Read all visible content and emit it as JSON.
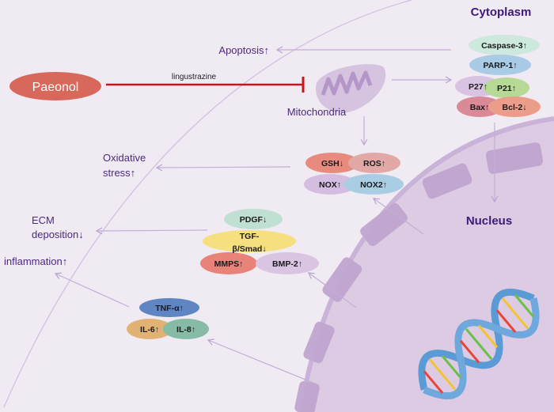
{
  "regions": {
    "cytoplasm": "Cytoplasm",
    "nucleus": "Nucleus"
  },
  "paeonol": {
    "label": "Paeonol",
    "inhibition_label": "lingustrazine"
  },
  "mitochondria": {
    "label": "Mitochondria"
  },
  "outcomes": {
    "apoptosis": "Apoptosis↑",
    "oxidative_line1": "Oxidative",
    "oxidative_line2": "stress↑",
    "ecm_line1": "ECM",
    "ecm_line2": "deposition↓",
    "inflammation": "inflammation↑"
  },
  "apoptosis_markers": [
    {
      "label": "Caspase-3↑",
      "color": "#cde8dc"
    },
    {
      "label": "PARP-1↑",
      "color": "#a9cbe6"
    },
    {
      "label": "P27↑",
      "color": "#d8c3e2"
    },
    {
      "label": "P21↑",
      "color": "#b6d995"
    },
    {
      "label": "Bax↑",
      "color": "#d98a96"
    },
    {
      "label": "Bcl-2↓",
      "color": "#ec9d8a"
    }
  ],
  "oxidative_markers": [
    {
      "label": "GSH↓",
      "color": "#e88a7e"
    },
    {
      "label": "ROS↑",
      "color": "#e2a8a6"
    },
    {
      "label": "NOX↑",
      "color": "#d4bde0"
    },
    {
      "label": "NOX2↑",
      "color": "#a9cde3"
    }
  ],
  "ecm_markers": [
    {
      "label": "PDGF↓",
      "color": "#bfe0d2"
    },
    {
      "label": "TGF-",
      "label2": "β/Smad↓",
      "color": "#f6df7e"
    },
    {
      "label": "MMPS↑",
      "color": "#e8837a"
    },
    {
      "label": "BMP-2↑",
      "color": "#d9c4e2"
    }
  ],
  "inflammation_markers": [
    {
      "label": "TNF-α↑",
      "color": "#5f86c2"
    },
    {
      "label": "IL-6↑",
      "color": "#e2b274"
    },
    {
      "label": "IL-8↑",
      "color": "#86bca6"
    }
  ],
  "colors": {
    "background": "#f0eaf3",
    "outcome_text": "#4b2a7f",
    "region_title": "#3d1a78",
    "inhibition_line": "#c8151c",
    "paeonol_fill": "#d8675c",
    "arrow": "#c2aed6",
    "nucleus_fill": "#dccbe3",
    "membrane": "#b59bc9"
  }
}
